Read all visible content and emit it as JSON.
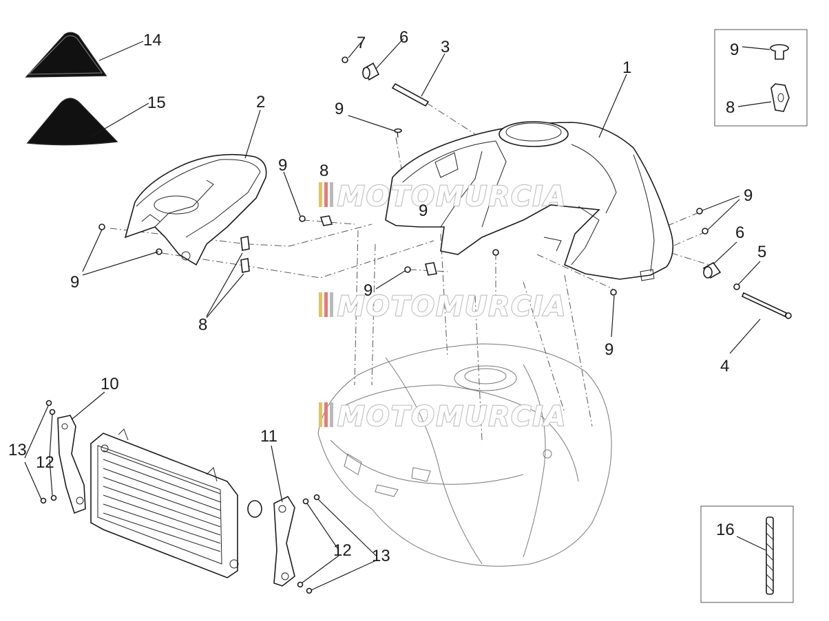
{
  "watermark": {
    "text": "MOTOMURCIA",
    "stripe_colors": [
      "#e8c44a",
      "#e27b7b",
      "#b9b9b9"
    ]
  },
  "callouts": {
    "c1": "1",
    "c2": "2",
    "c3": "3",
    "c4": "4",
    "c5": "5",
    "c6a": "6",
    "c6b": "6",
    "c7": "7",
    "c8a": "8",
    "c8b": "8",
    "c8c": "8",
    "c9a": "9",
    "c9b": "9",
    "c9c": "9",
    "c9d": "9",
    "c9e": "9",
    "c9f": "9",
    "c9g": "9",
    "c9h": "9",
    "c10": "10",
    "c11": "11",
    "c12a": "12",
    "c12b": "12",
    "c13a": "13",
    "c13b": "13",
    "c14": "14",
    "c15": "15",
    "c16": "16"
  },
  "parts": [
    {
      "ref": "1",
      "icon": "tank-cover-icon"
    },
    {
      "ref": "2",
      "icon": "tank-front-cover-icon"
    },
    {
      "ref": "3",
      "icon": "pin-icon"
    },
    {
      "ref": "4",
      "icon": "screw-icon"
    },
    {
      "ref": "5",
      "icon": "washer-icon"
    },
    {
      "ref": "6",
      "icon": "grommet-icon"
    },
    {
      "ref": "7",
      "icon": "nut-icon"
    },
    {
      "ref": "8",
      "icon": "clip-nut-icon"
    },
    {
      "ref": "9",
      "icon": "screw-icon"
    },
    {
      "ref": "10",
      "icon": "bracket-icon"
    },
    {
      "ref": "11",
      "icon": "bracket-icon"
    },
    {
      "ref": "12",
      "icon": "washer-icon"
    },
    {
      "ref": "13",
      "icon": "screw-icon"
    },
    {
      "ref": "14",
      "icon": "pad-icon"
    },
    {
      "ref": "15",
      "icon": "pad-icon"
    },
    {
      "ref": "16",
      "icon": "strip-icon"
    }
  ]
}
